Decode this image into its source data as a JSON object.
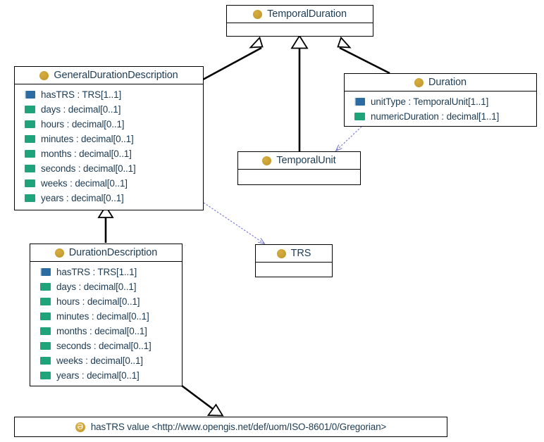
{
  "diagram": {
    "title": "Temporal Duration UML class diagram",
    "colors": {
      "class_text": "#1d3c54",
      "class_icon": "#c9a033",
      "object_property": "#2b6ca3",
      "data_property": "#1fa37a",
      "generalization_edge": "#000000",
      "dependency_edge": "#7b7bd9",
      "box_border": "#000000"
    }
  },
  "classes": [
    {
      "id": "temporal-duration",
      "name": "TemporalDuration",
      "icon": "class-icon",
      "attributes": []
    },
    {
      "id": "general-duration-description",
      "name": "GeneralDurationDescription",
      "icon": "class-icon",
      "attributes": [
        {
          "label": "hasTRS : TRS[1..1]",
          "kind": "object-prop"
        },
        {
          "label": "days : decimal[0..1]",
          "kind": "data-prop"
        },
        {
          "label": "hours : decimal[0..1]",
          "kind": "data-prop"
        },
        {
          "label": "minutes : decimal[0..1]",
          "kind": "data-prop"
        },
        {
          "label": "months : decimal[0..1]",
          "kind": "data-prop"
        },
        {
          "label": "seconds : decimal[0..1]",
          "kind": "data-prop"
        },
        {
          "label": "weeks : decimal[0..1]",
          "kind": "data-prop"
        },
        {
          "label": "years : decimal[0..1]",
          "kind": "data-prop"
        }
      ]
    },
    {
      "id": "duration",
      "name": "Duration",
      "icon": "class-icon",
      "attributes": [
        {
          "label": "unitType : TemporalUnit[1..1]",
          "kind": "object-prop"
        },
        {
          "label": "numericDuration : decimal[1..1]",
          "kind": "data-prop"
        }
      ]
    },
    {
      "id": "temporal-unit",
      "name": "TemporalUnit",
      "icon": "class-icon",
      "attributes": []
    },
    {
      "id": "trs",
      "name": "TRS",
      "icon": "class-icon",
      "attributes": []
    },
    {
      "id": "duration-description",
      "name": "DurationDescription",
      "icon": "class-icon",
      "attributes": [
        {
          "label": "hasTRS : TRS[1..1]",
          "kind": "object-prop"
        },
        {
          "label": "days : decimal[0..1]",
          "kind": "data-prop"
        },
        {
          "label": "hours : decimal[0..1]",
          "kind": "data-prop"
        },
        {
          "label": "minutes : decimal[0..1]",
          "kind": "data-prop"
        },
        {
          "label": "months : decimal[0..1]",
          "kind": "data-prop"
        },
        {
          "label": "seconds : decimal[0..1]",
          "kind": "data-prop"
        },
        {
          "label": "weeks : decimal[0..1]",
          "kind": "data-prop"
        },
        {
          "label": "years : decimal[0..1]",
          "kind": "data-prop"
        }
      ]
    }
  ],
  "note": {
    "icon_glyph": "Ə",
    "text": "hasTRS value <http://www.opengis.net/def/uom/ISO-8601/0/Gregorian>"
  },
  "relationships": [
    {
      "from": "general-duration-description",
      "to": "temporal-duration",
      "type": "generalization"
    },
    {
      "from": "temporal-unit",
      "to": "temporal-duration",
      "type": "generalization"
    },
    {
      "from": "duration",
      "to": "temporal-duration",
      "type": "generalization"
    },
    {
      "from": "duration-description",
      "to": "general-duration-description",
      "type": "generalization"
    },
    {
      "from": "duration",
      "to": "temporal-unit",
      "type": "dependency"
    },
    {
      "from": "general-duration-description",
      "to": "trs",
      "type": "dependency"
    },
    {
      "from": "duration-description",
      "to": "note",
      "type": "annotation"
    }
  ]
}
